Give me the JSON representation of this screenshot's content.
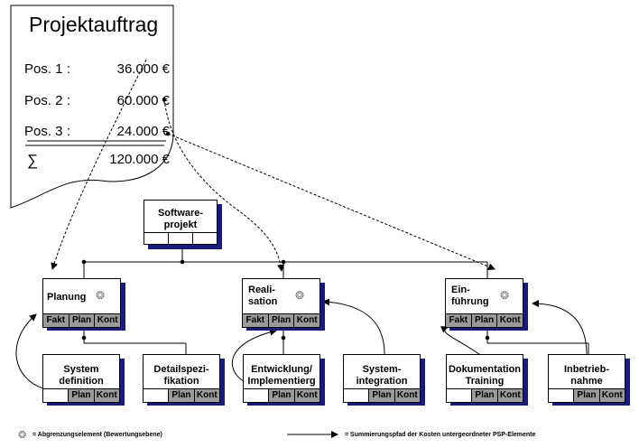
{
  "order": {
    "title": "Projektauftrag",
    "positions": [
      {
        "label": "Pos. 1 :",
        "value": "36.000 €"
      },
      {
        "label": "Pos. 2 :",
        "value": "60.000 €"
      },
      {
        "label": "Pos. 3 :",
        "value": "24.000 €"
      }
    ],
    "sum_symbol": "∑",
    "sum_value": "120.000 €"
  },
  "root": {
    "label_line1": "Software-",
    "label_line2": "projekt"
  },
  "phases": [
    {
      "label_line1": "Planung",
      "label_line2": "",
      "cells": [
        "Fakt",
        "Plan",
        "Kont"
      ]
    },
    {
      "label_line1": "Reali-",
      "label_line2": "sation",
      "cells": [
        "Fakt",
        "Plan",
        "Kont"
      ]
    },
    {
      "label_line1": "Ein-",
      "label_line2": "führung",
      "cells": [
        "Fakt",
        "Plan",
        "Kont"
      ]
    }
  ],
  "work_packages": [
    {
      "label_line1": "System",
      "label_line2": "definition",
      "cells": [
        "",
        "Plan",
        "Kont"
      ]
    },
    {
      "label_line1": "Detailspezi-",
      "label_line2": "fikation",
      "cells": [
        "",
        "Plan",
        "Kont"
      ]
    },
    {
      "label_line1": "Entwicklung/",
      "label_line2": "Implementierg",
      "cells": [
        "",
        "Plan",
        "Kont"
      ]
    },
    {
      "label_line1": "System-",
      "label_line2": "integration",
      "cells": [
        "",
        "Plan",
        "Kont"
      ]
    },
    {
      "label_line1": "Dokumentation",
      "label_line2": "Training",
      "cells": [
        "",
        "Plan",
        "Kont"
      ]
    },
    {
      "label_line1": "Inbetrieb-",
      "label_line2": "nahme",
      "cells": [
        "",
        "Plan",
        "Kont"
      ]
    }
  ],
  "legend": {
    "boundary_text": "= Abgrenzungselement (Bewertungsebene)",
    "summation_text": "= Summierungspfad der Kosten untergeordneter PSP-Elemente"
  },
  "icons": {
    "boundary": "coins-icon",
    "summation": "arrow-right-icon"
  },
  "colors": {
    "shadow": "#1a1a7a",
    "cell_fill": "#9a9a9a"
  }
}
